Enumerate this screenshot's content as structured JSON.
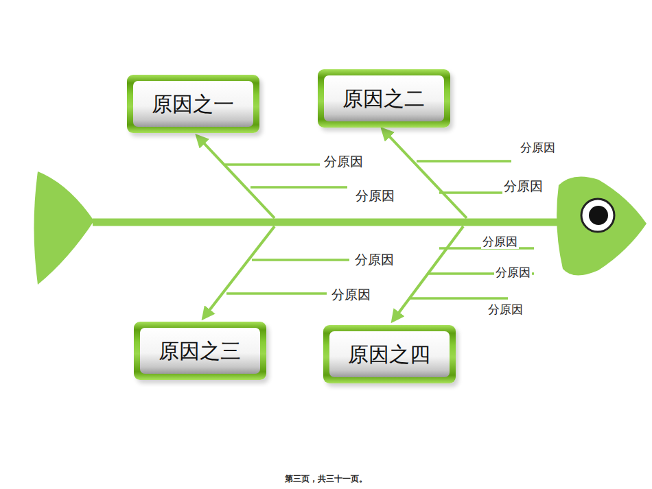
{
  "diagram": {
    "nodes": [
      {
        "text": [
          "原因之一"
        ]
      },
      {
        "text": [
          "原因之二"
        ]
      },
      {
        "text": [
          "原因之三"
        ]
      },
      {
        "text": [
          "原因之四"
        ]
      }
    ],
    "labels": [
      "分原因",
      "分原因",
      "分原因",
      "分原因",
      "分原因",
      "分原因",
      "分原因",
      "分原因",
      "分原因",
      "第三页，共三十一页。"
    ]
  }
}
